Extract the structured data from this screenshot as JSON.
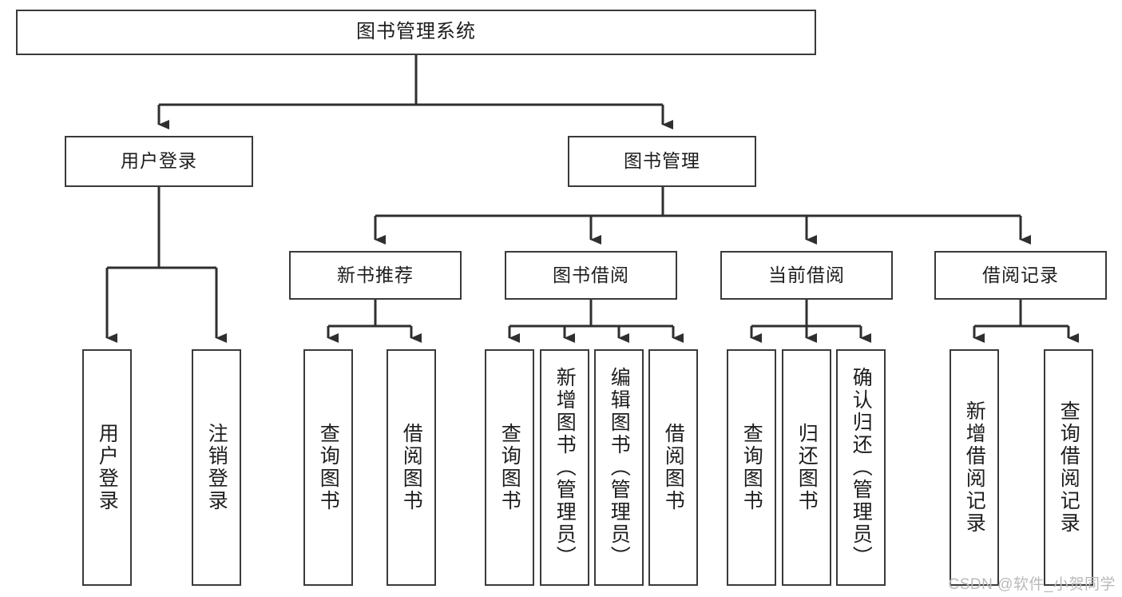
{
  "diagram": {
    "type": "tree-hierarchy-diagram",
    "title_node": {
      "id": "root",
      "label": "图书管理系统"
    },
    "level1": [
      {
        "id": "user-login",
        "label": "用户登录"
      },
      {
        "id": "book-management",
        "label": "图书管理"
      }
    ],
    "level2": [
      {
        "id": "new-book-recommend",
        "label": "新书推荐",
        "parent": "book-management"
      },
      {
        "id": "book-borrow",
        "label": "图书借阅",
        "parent": "book-management"
      },
      {
        "id": "current-borrow",
        "label": "当前借阅",
        "parent": "book-management"
      },
      {
        "id": "borrow-record",
        "label": "借阅记录",
        "parent": "book-management"
      }
    ],
    "leaves": [
      {
        "id": "leaf-user-login",
        "label": "用户登录",
        "parent": "user-login"
      },
      {
        "id": "leaf-logout-login",
        "label": "注销登录",
        "parent": "user-login"
      },
      {
        "id": "leaf-query-book-1",
        "label": "查询图书",
        "parent": "new-book-recommend"
      },
      {
        "id": "leaf-borrow-book-1",
        "label": "借阅图书",
        "parent": "new-book-recommend"
      },
      {
        "id": "leaf-query-book-2",
        "label": "查询图书",
        "parent": "book-borrow"
      },
      {
        "id": "leaf-add-book",
        "label": "新增图书（管理员）",
        "parent": "book-borrow"
      },
      {
        "id": "leaf-edit-book",
        "label": "编辑图书（管理员）",
        "parent": "book-borrow"
      },
      {
        "id": "leaf-borrow-book-2",
        "label": "借阅图书",
        "parent": "book-borrow"
      },
      {
        "id": "leaf-query-book-3",
        "label": "查询图书",
        "parent": "current-borrow"
      },
      {
        "id": "leaf-return-book",
        "label": "归还图书",
        "parent": "current-borrow"
      },
      {
        "id": "leaf-confirm-return",
        "label": "确认归还（管理员）",
        "parent": "current-borrow"
      },
      {
        "id": "leaf-add-record",
        "label": "新增借阅记录",
        "parent": "borrow-record"
      },
      {
        "id": "leaf-query-record",
        "label": "查询借阅记录",
        "parent": "borrow-record"
      }
    ],
    "colors": {
      "stroke": "#3a3a3a",
      "text": "#1d1d1d",
      "background": "#ffffff",
      "watermark": "#b9b9b9"
    }
  },
  "watermark": {
    "text": "CSDN @软件_小贺同学"
  }
}
